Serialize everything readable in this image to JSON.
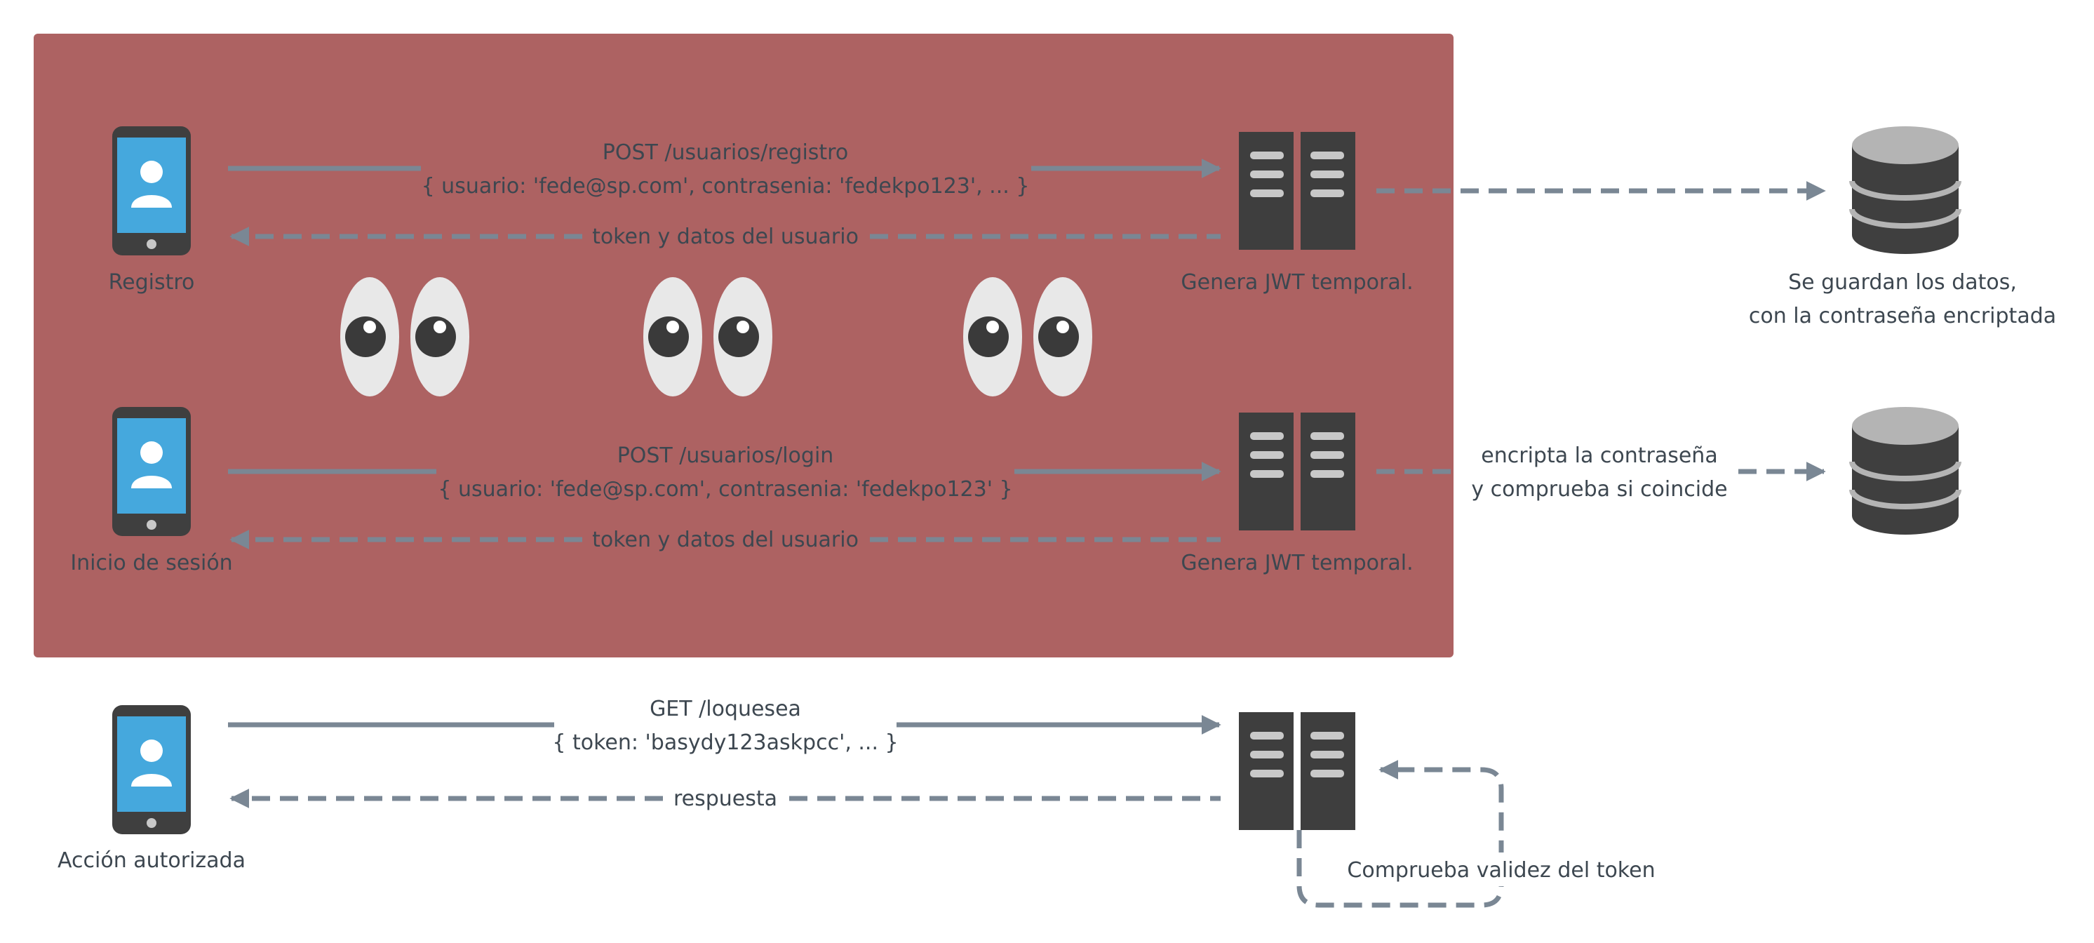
{
  "colors": {
    "highlight_box": "#ad6262",
    "arrow": "#7a8794",
    "server": "#3e3e3e",
    "server_slot": "#c8c8c8",
    "phone_body": "#3f3f3f",
    "phone_screen": "#45a8dd",
    "db_top": "#b4b4b4",
    "db_body": "#3f3f3f",
    "eye_white": "#e8e8e8",
    "pupil": "#3a3a3a",
    "text": "#3d4750"
  },
  "icons": {
    "client": "smartphone-user-icon",
    "server": "server-icon",
    "database": "database-icon",
    "eyes": "eyes-icon"
  },
  "registration": {
    "client_label": "Registro",
    "request_line1": "POST /usuarios/registro",
    "request_line2": "{ usuario: 'fede@sp.com', contrasenia: 'fedekpo123', ... }",
    "response": "token y datos del usuario",
    "server_label": "Genera JWT temporal.",
    "db_label_line1": "Se guardan los datos,",
    "db_label_line2": "con la contraseña encriptada"
  },
  "login": {
    "client_label": "Inicio de sesión",
    "request_line1": "POST /usuarios/login",
    "request_line2": "{ usuario: 'fede@sp.com', contrasenia: 'fedekpo123' }",
    "response": "token y datos del usuario",
    "server_label": "Genera JWT temporal.",
    "db_note_line1": "encripta la contraseña",
    "db_note_line2": "y comprueba si coincide"
  },
  "authorized": {
    "client_label": "Acción autorizada",
    "request_line1": "GET /loquesea",
    "request_line2": "{ token: 'basydy123askpcc', ... }",
    "response": "respuesta",
    "loop_label": "Comprueba validez del token"
  }
}
